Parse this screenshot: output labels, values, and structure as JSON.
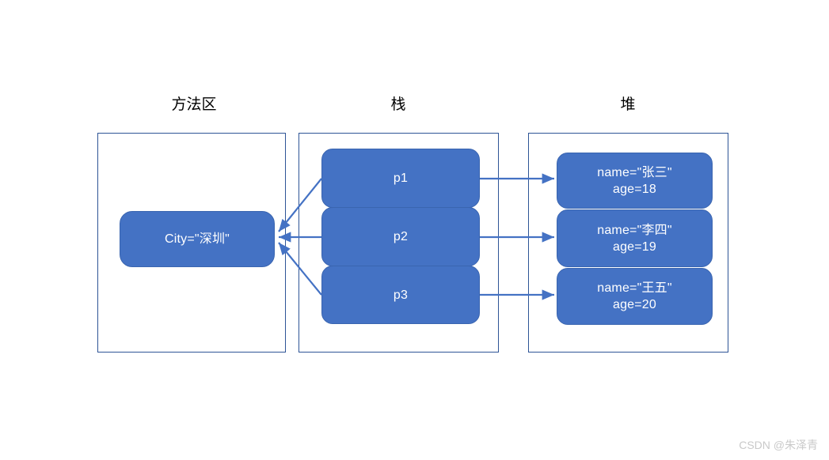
{
  "diagram": {
    "title_method_area": "方法区",
    "title_stack": "栈",
    "title_heap": "堆",
    "accent_color": "#4472C4",
    "border_color": "#2E5496",
    "arrow_color": "#4472C4",
    "method_area": {
      "boxes": [
        {
          "id": "city",
          "text": "City=\"深圳\""
        }
      ]
    },
    "stack": {
      "boxes": [
        {
          "id": "p1",
          "text": "p1"
        },
        {
          "id": "p2",
          "text": "p2"
        },
        {
          "id": "p3",
          "text": "p3"
        }
      ]
    },
    "heap": {
      "boxes": [
        {
          "id": "obj1",
          "line1": "name=\"张三\"",
          "line2": "age=18"
        },
        {
          "id": "obj2",
          "line1": "name=\"李四\"",
          "line2": "age=19"
        },
        {
          "id": "obj3",
          "line1": "name=\"王五\"",
          "line2": "age=20"
        }
      ]
    },
    "arrows": [
      {
        "id": "p1-to-city",
        "from": "p1",
        "to": "city",
        "direction": "left"
      },
      {
        "id": "p2-to-city",
        "from": "p2",
        "to": "city",
        "direction": "left"
      },
      {
        "id": "p3-to-city",
        "from": "p3",
        "to": "city",
        "direction": "left"
      },
      {
        "id": "p1-to-obj1",
        "from": "p1",
        "to": "obj1",
        "direction": "right"
      },
      {
        "id": "p2-to-obj2",
        "from": "p2",
        "to": "obj2",
        "direction": "right"
      },
      {
        "id": "p3-to-obj3",
        "from": "p3",
        "to": "obj3",
        "direction": "right"
      }
    ]
  },
  "watermark": {
    "text": "CSDN @朱泽青"
  }
}
